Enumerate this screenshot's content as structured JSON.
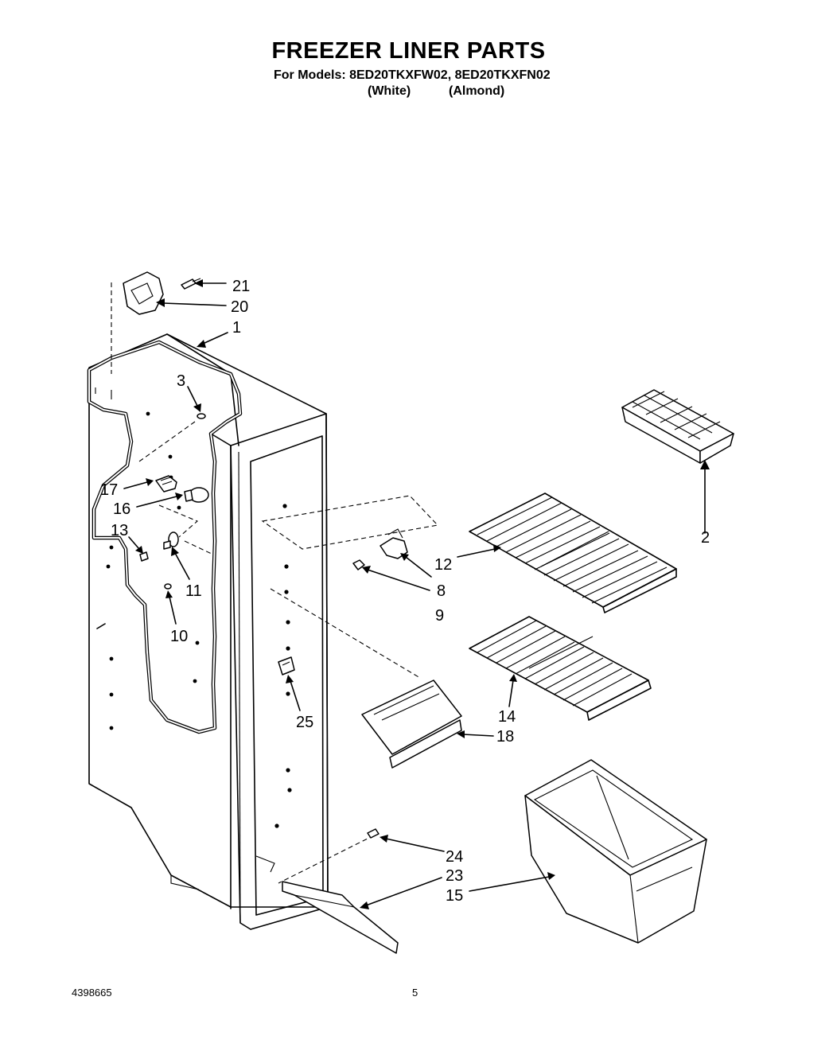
{
  "header": {
    "title": "FREEZER LINER PARTS",
    "models_line": "For Models: 8ED20TKXFW02, 8ED20TKXFN02",
    "variant_white": "(White)",
    "variant_almond": "(Almond)"
  },
  "callouts": {
    "c1": "1",
    "c2": "2",
    "c3": "3",
    "c8": "8",
    "c9": "9",
    "c10": "10",
    "c11": "11",
    "c12": "12",
    "c13": "13",
    "c14": "14",
    "c15": "15",
    "c16": "16",
    "c17": "17",
    "c18": "18",
    "c20": "20",
    "c21": "21",
    "c23": "23",
    "c24": "24",
    "c25": "25"
  },
  "footer": {
    "doc_number": "4398665",
    "page_number": "5"
  }
}
